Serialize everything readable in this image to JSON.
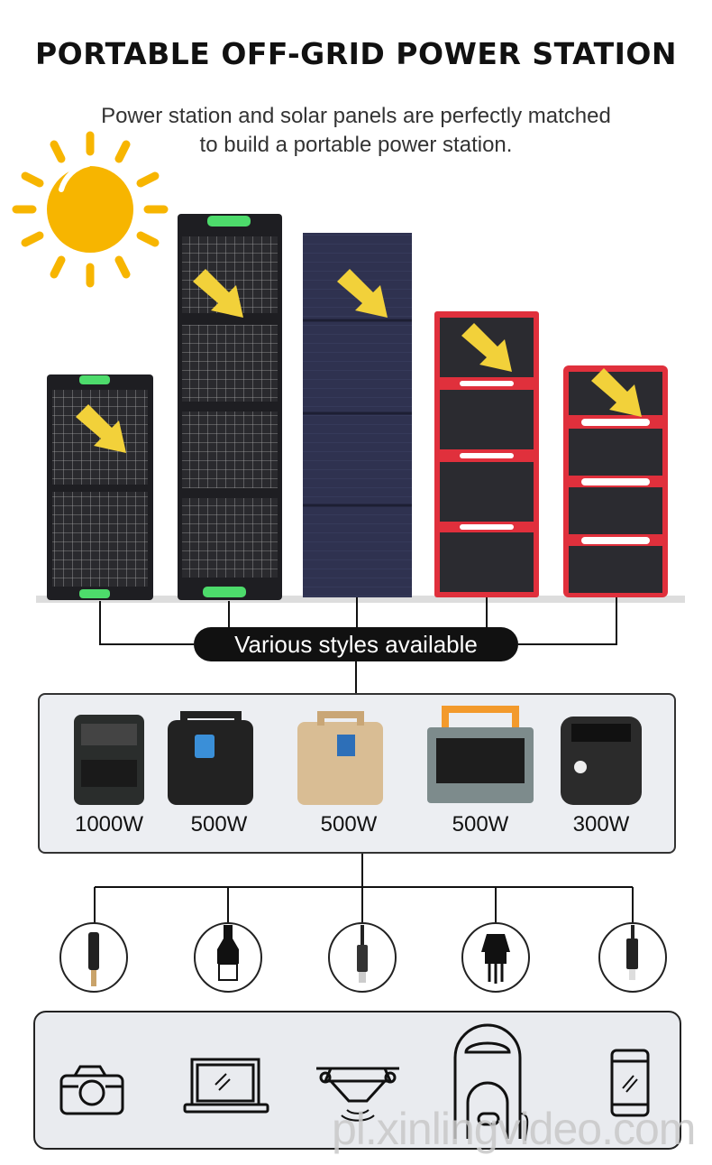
{
  "title": "PORTABLE OFF-GRID POWER STATION",
  "subtitle_lines": [
    "Power station and solar panels are perfectly matched",
    "to build a portable power station."
  ],
  "styles_label": "Various styles available",
  "stations": [
    {
      "watt": "1000W"
    },
    {
      "watt": "500W"
    },
    {
      "watt": "500W"
    },
    {
      "watt": "500W"
    },
    {
      "watt": "300W"
    }
  ],
  "connectors": [
    "dc-barrel-plug-icon",
    "usb-a-plug-icon",
    "usb-c-plug-icon",
    "ac-plug-icon",
    "lightning-plug-icon"
  ],
  "devices": [
    "camera-icon",
    "laptop-icon",
    "drone-icon",
    "rice-cooker-icon",
    "smartphone-icon"
  ],
  "watermark": "pl.xinlingvideo.com",
  "colors": {
    "sun": "#f7b500",
    "arrow": "#f2d13a",
    "green_handle": "#4ddb6b",
    "red_panel": "#e0303c",
    "navy_panel": "#2c2f4a"
  }
}
